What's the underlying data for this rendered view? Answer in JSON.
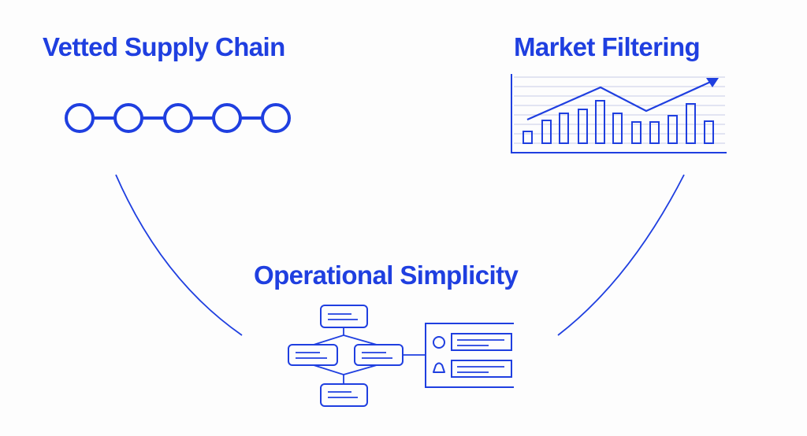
{
  "colors": {
    "background": "#fdfdfd",
    "accent": "#1f3fe0",
    "grid": "#c6cbe6"
  },
  "sections": {
    "supply_chain": {
      "title": "Vetted Supply Chain",
      "icon": "chain-links-icon",
      "link_count": 5
    },
    "market_filtering": {
      "title": "Market Filtering",
      "icon": "bar-chart-trend-icon"
    },
    "operational_simplicity": {
      "title": "Operational Simplicity",
      "icon": "workflow-flowchart-icon"
    }
  },
  "connectors": [
    {
      "from": "supply_chain",
      "to": "operational_simplicity"
    },
    {
      "from": "market_filtering",
      "to": "operational_simplicity"
    }
  ]
}
